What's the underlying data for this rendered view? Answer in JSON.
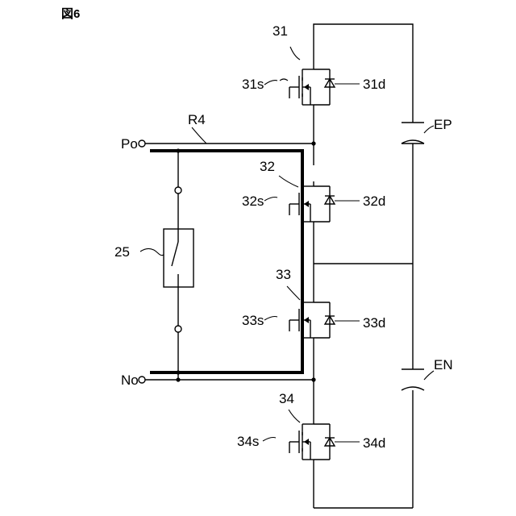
{
  "figure": {
    "title": "図6"
  },
  "labels": {
    "sw31": "31",
    "sw31s": "31s",
    "sw31d": "31d",
    "sw32": "32",
    "sw32s": "32s",
    "sw32d": "32d",
    "sw33": "33",
    "sw33s": "33s",
    "sw33d": "33d",
    "sw34": "34",
    "sw34s": "34s",
    "sw34d": "34d",
    "resistor": "R4",
    "terminal_p": "Po",
    "terminal_n": "No",
    "capacitor_p": "EP",
    "capacitor_n": "EN",
    "relay": "25"
  },
  "icons": [
    "mosfet-icon",
    "diode-icon",
    "capacitor-icon",
    "switch-icon",
    "terminal-icon"
  ],
  "colors": {
    "line": "#000000",
    "background": "#ffffff"
  }
}
